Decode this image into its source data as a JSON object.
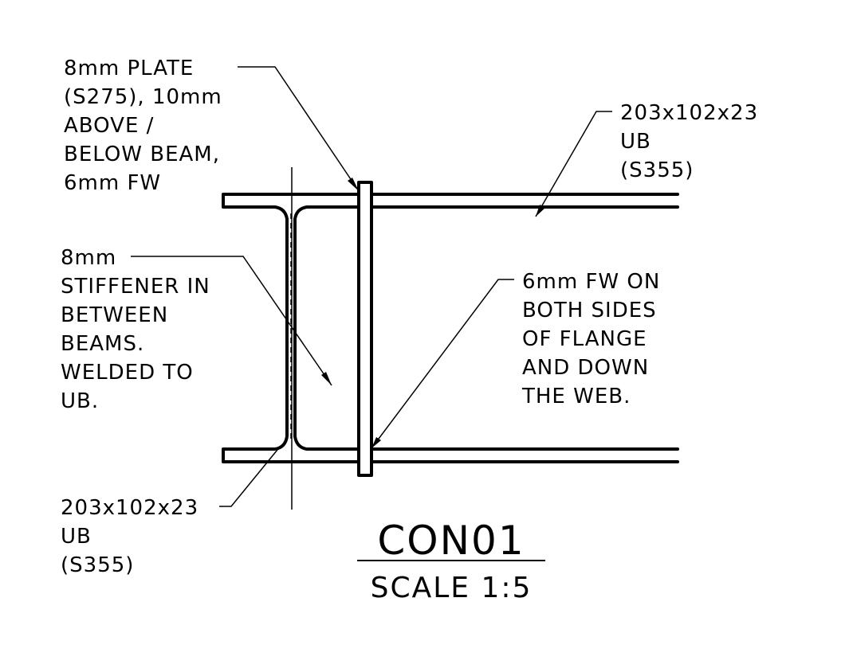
{
  "drawing": {
    "annotations": {
      "plate": [
        "8mm PLATE",
        "(S275), 10mm",
        "ABOVE /",
        "BELOW BEAM,",
        "6mm FW"
      ],
      "beam_right": [
        "203x102x23",
        "UB",
        "(S355)"
      ],
      "stiffener": [
        "8mm",
        "STIFFENER IN",
        "BETWEEN",
        "BEAMS.",
        "WELDED TO",
        "UB."
      ],
      "weld": [
        "6mm FW ON",
        "BOTH SIDES",
        "OF FLANGE",
        "AND DOWN",
        "THE WEB."
      ],
      "beam_left": [
        "203x102x23",
        "UB",
        "(S355)"
      ]
    },
    "title": "CON01",
    "scale": "SCALE 1:5"
  }
}
